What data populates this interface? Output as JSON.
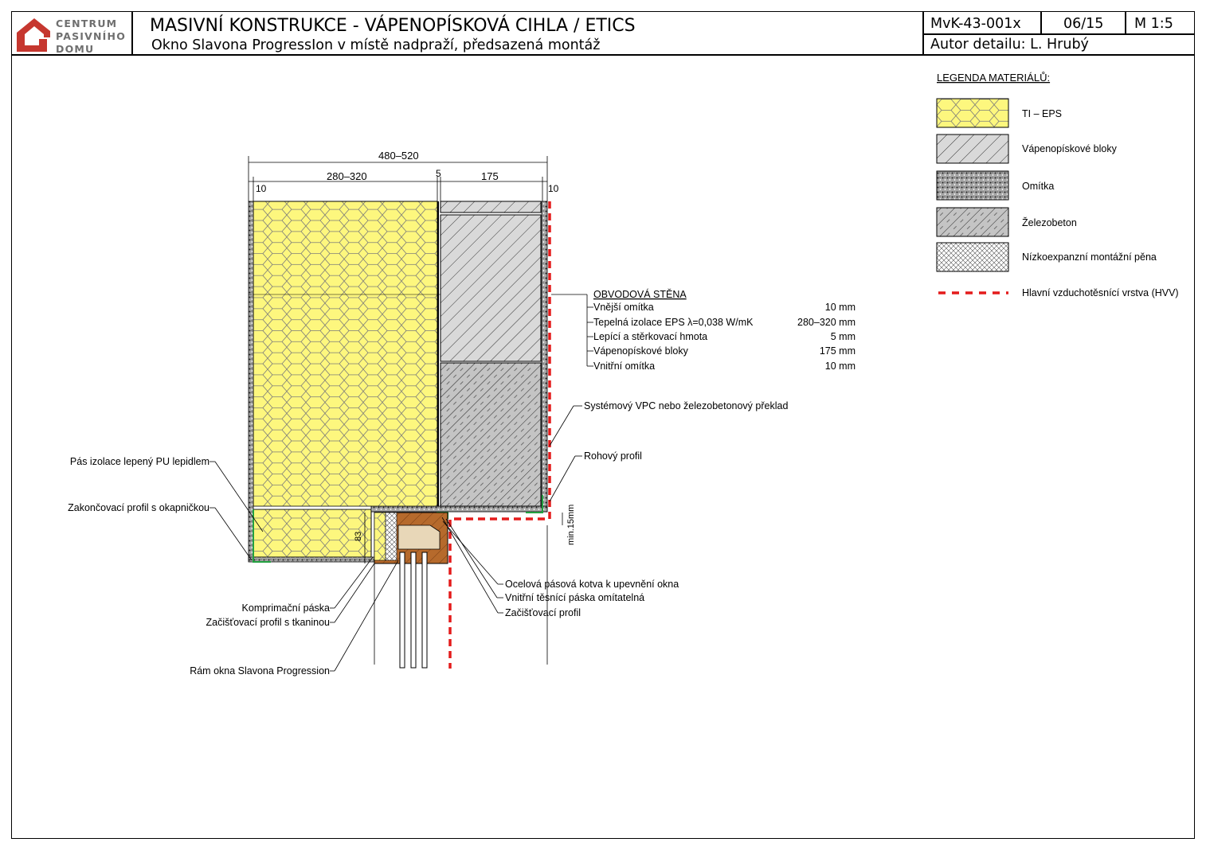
{
  "header": {
    "logo_lines": [
      "CENTRUM",
      "PASIVNÍHO",
      "DOMU"
    ],
    "title": "MASIVNÍ KONSTRUKCE - VÁPENOPÍSKOVÁ CIHLA / ETICS",
    "subtitle": "Okno Slavona ProgressIon v místě nadpraží, předsazená montáž",
    "code": "MvK-43-001x",
    "sheet": "06/15",
    "scale": "M 1:5",
    "author": "Autor detailu: L. Hrubý"
  },
  "legend": {
    "title": "LEGENDA MATERIÁLŮ:",
    "items": [
      {
        "label": "TI – EPS",
        "pattern": "hex",
        "color": "#fdf77e"
      },
      {
        "label": "Vápenopískové bloky",
        "pattern": "diag",
        "color": "#d6d6d6"
      },
      {
        "label": "Omítka",
        "pattern": "dots",
        "color": "#9a9a9a"
      },
      {
        "label": "Železobeton",
        "pattern": "diag-dash",
        "color": "#c8c8c8"
      },
      {
        "label": "Nízkoexpanzní montážní pěna",
        "pattern": "cross",
        "color": "#ffffff"
      },
      {
        "label": "Hlavní vzduchotěsnící vrstva (HVV)",
        "pattern": "red-dash",
        "color": "#e41b1b"
      }
    ]
  },
  "dimensions": {
    "total": "480–520",
    "insulation": "280–320",
    "adhesive": "5",
    "block": "175",
    "left_plaster": "10",
    "right_plaster": "10",
    "frame_dim": "83",
    "min_gap": "min.15mm"
  },
  "wall_spec": {
    "title": "OBVODOVÁ STĚNA",
    "rows": [
      {
        "label": "Vnější omítka",
        "value": "10 mm"
      },
      {
        "label": "Tepelná izolace EPS λ=0,038 W/mK",
        "value": "280–320 mm"
      },
      {
        "label": "Lepící a stěrkovací hmota",
        "value": "5 mm"
      },
      {
        "label": "Vápenopískové bloky",
        "value": "175 mm"
      },
      {
        "label": "Vnitřní omítka",
        "value": "10 mm"
      }
    ]
  },
  "labels_right": {
    "lintel": "Systémový VPC nebo železobetonový překlad",
    "corner": "Rohový profil",
    "anchor": "Ocelová pásová kotva k upevnění okna",
    "tape_inner": "Vnitřní těsnící páska omítatelná",
    "trim": "Začišťovací profil"
  },
  "labels_left": {
    "strip": "Pás izolace lepený PU lepidlem",
    "drip": "Zakončovací profil s okapničkou",
    "compress": "Komprimační páska",
    "trim_mesh": "Začišťovací profil s tkaninou",
    "frame": "Rám okna Slavona Progression"
  }
}
